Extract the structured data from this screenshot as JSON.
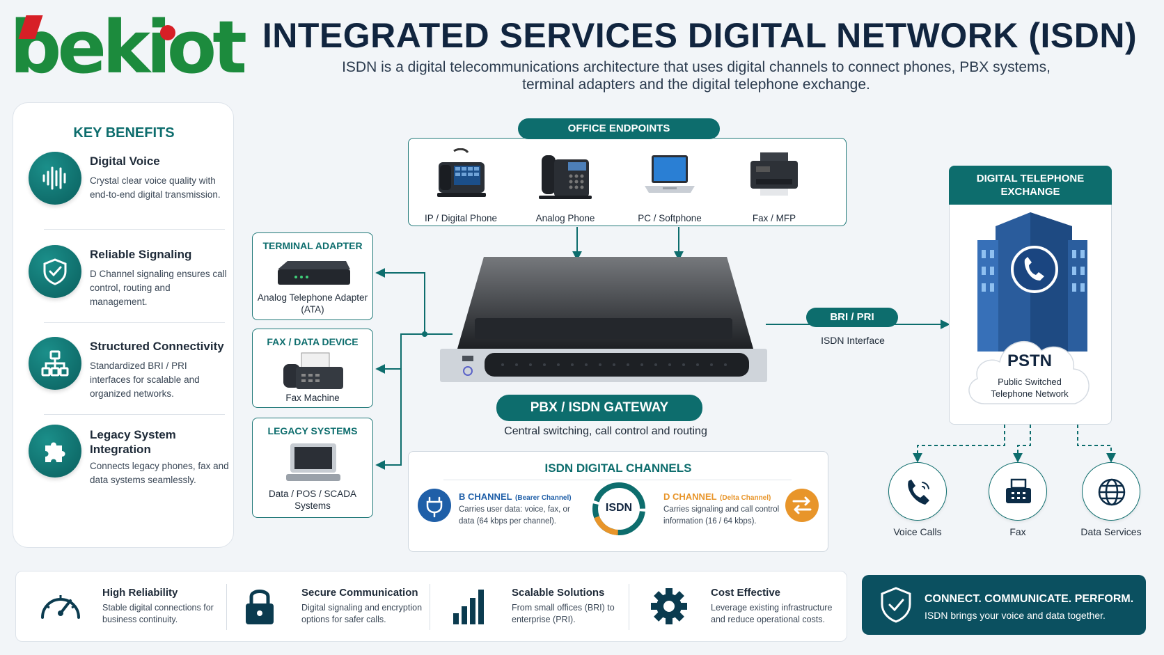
{
  "logo": {
    "text": "bekiot"
  },
  "title": "INTEGRATED SERVICES DIGITAL NETWORK (ISDN)",
  "subtitle": "ISDN is a digital telecommunications architecture that uses digital channels to connect phones, PBX systems, terminal adapters and the digital telephone exchange.",
  "benefits": {
    "title": "KEY BENEFITS",
    "items": [
      {
        "title": "Digital Voice",
        "desc": "Crystal clear voice quality with end-to-end digital transmission.",
        "icon": "waveform-icon"
      },
      {
        "title": "Reliable Signaling",
        "desc": "D Channel signaling ensures call control, routing and management.",
        "icon": "shield-check-icon"
      },
      {
        "title": "Structured Connectivity",
        "desc": "Standardized BRI / PRI interfaces for scalable and organized networks.",
        "icon": "hierarchy-icon"
      },
      {
        "title": "Legacy System Integration",
        "desc": "Connects legacy phones, fax and data systems seamlessly.",
        "icon": "puzzle-icon"
      }
    ]
  },
  "endpoints": {
    "title": "OFFICE ENDPOINTS",
    "items": [
      "IP / Digital Phone",
      "Analog Phone",
      "PC / Softphone",
      "Fax / MFP"
    ]
  },
  "devices": {
    "terminal_adapter": {
      "title": "TERMINAL ADAPTER",
      "caption": "Analog Telephone Adapter (ATA)"
    },
    "fax": {
      "title": "FAX / DATA DEVICE",
      "caption": "Fax Machine"
    },
    "legacy": {
      "title": "LEGACY SYSTEMS",
      "caption": "Data / POS / SCADA Systems"
    }
  },
  "gateway": {
    "label": "PBX / ISDN GATEWAY",
    "desc": "Central switching, call control and routing"
  },
  "interface": {
    "label": "BRI / PRI",
    "desc": "ISDN Interface"
  },
  "channels": {
    "title": "ISDN DIGITAL CHANNELS",
    "center": "ISDN",
    "b": {
      "title": "B CHANNEL",
      "sub": "(Bearer Channel)",
      "desc": "Carries user data: voice, fax, or data (64 kbps per channel)."
    },
    "d": {
      "title": "D CHANNEL",
      "sub": "(Delta Channel)",
      "desc": "Carries signaling and call control information (16 / 64 kbps)."
    }
  },
  "exchange": {
    "title": "DIGITAL TELEPHONE EXCHANGE",
    "pstn": "PSTN",
    "pstn_desc": "Public Switched Telephone Network"
  },
  "services": [
    "Voice Calls",
    "Fax",
    "Data Services"
  ],
  "features": [
    {
      "title": "High Reliability",
      "desc": "Stable digital connections for business continuity.",
      "icon": "gauge-icon"
    },
    {
      "title": "Secure Communication",
      "desc": "Digital signaling and encryption options for safer calls.",
      "icon": "lock-icon"
    },
    {
      "title": "Scalable Solutions",
      "desc": "From small offices (BRI) to enterprise (PRI).",
      "icon": "bar-chart-icon"
    },
    {
      "title": "Cost Effective",
      "desc": "Leverage existing infrastructure and reduce operational costs.",
      "icon": "gear-icon"
    }
  ],
  "cta": {
    "title": "CONNECT. COMMUNICATE. PERFORM.",
    "sub": "ISDN brings your voice and data together."
  },
  "colors": {
    "teal": "#0d6d6d",
    "brand_green": "#1c8b3d",
    "brand_red": "#d71f26",
    "b_channel": "#1f5fa8",
    "d_channel": "#e8952a"
  }
}
